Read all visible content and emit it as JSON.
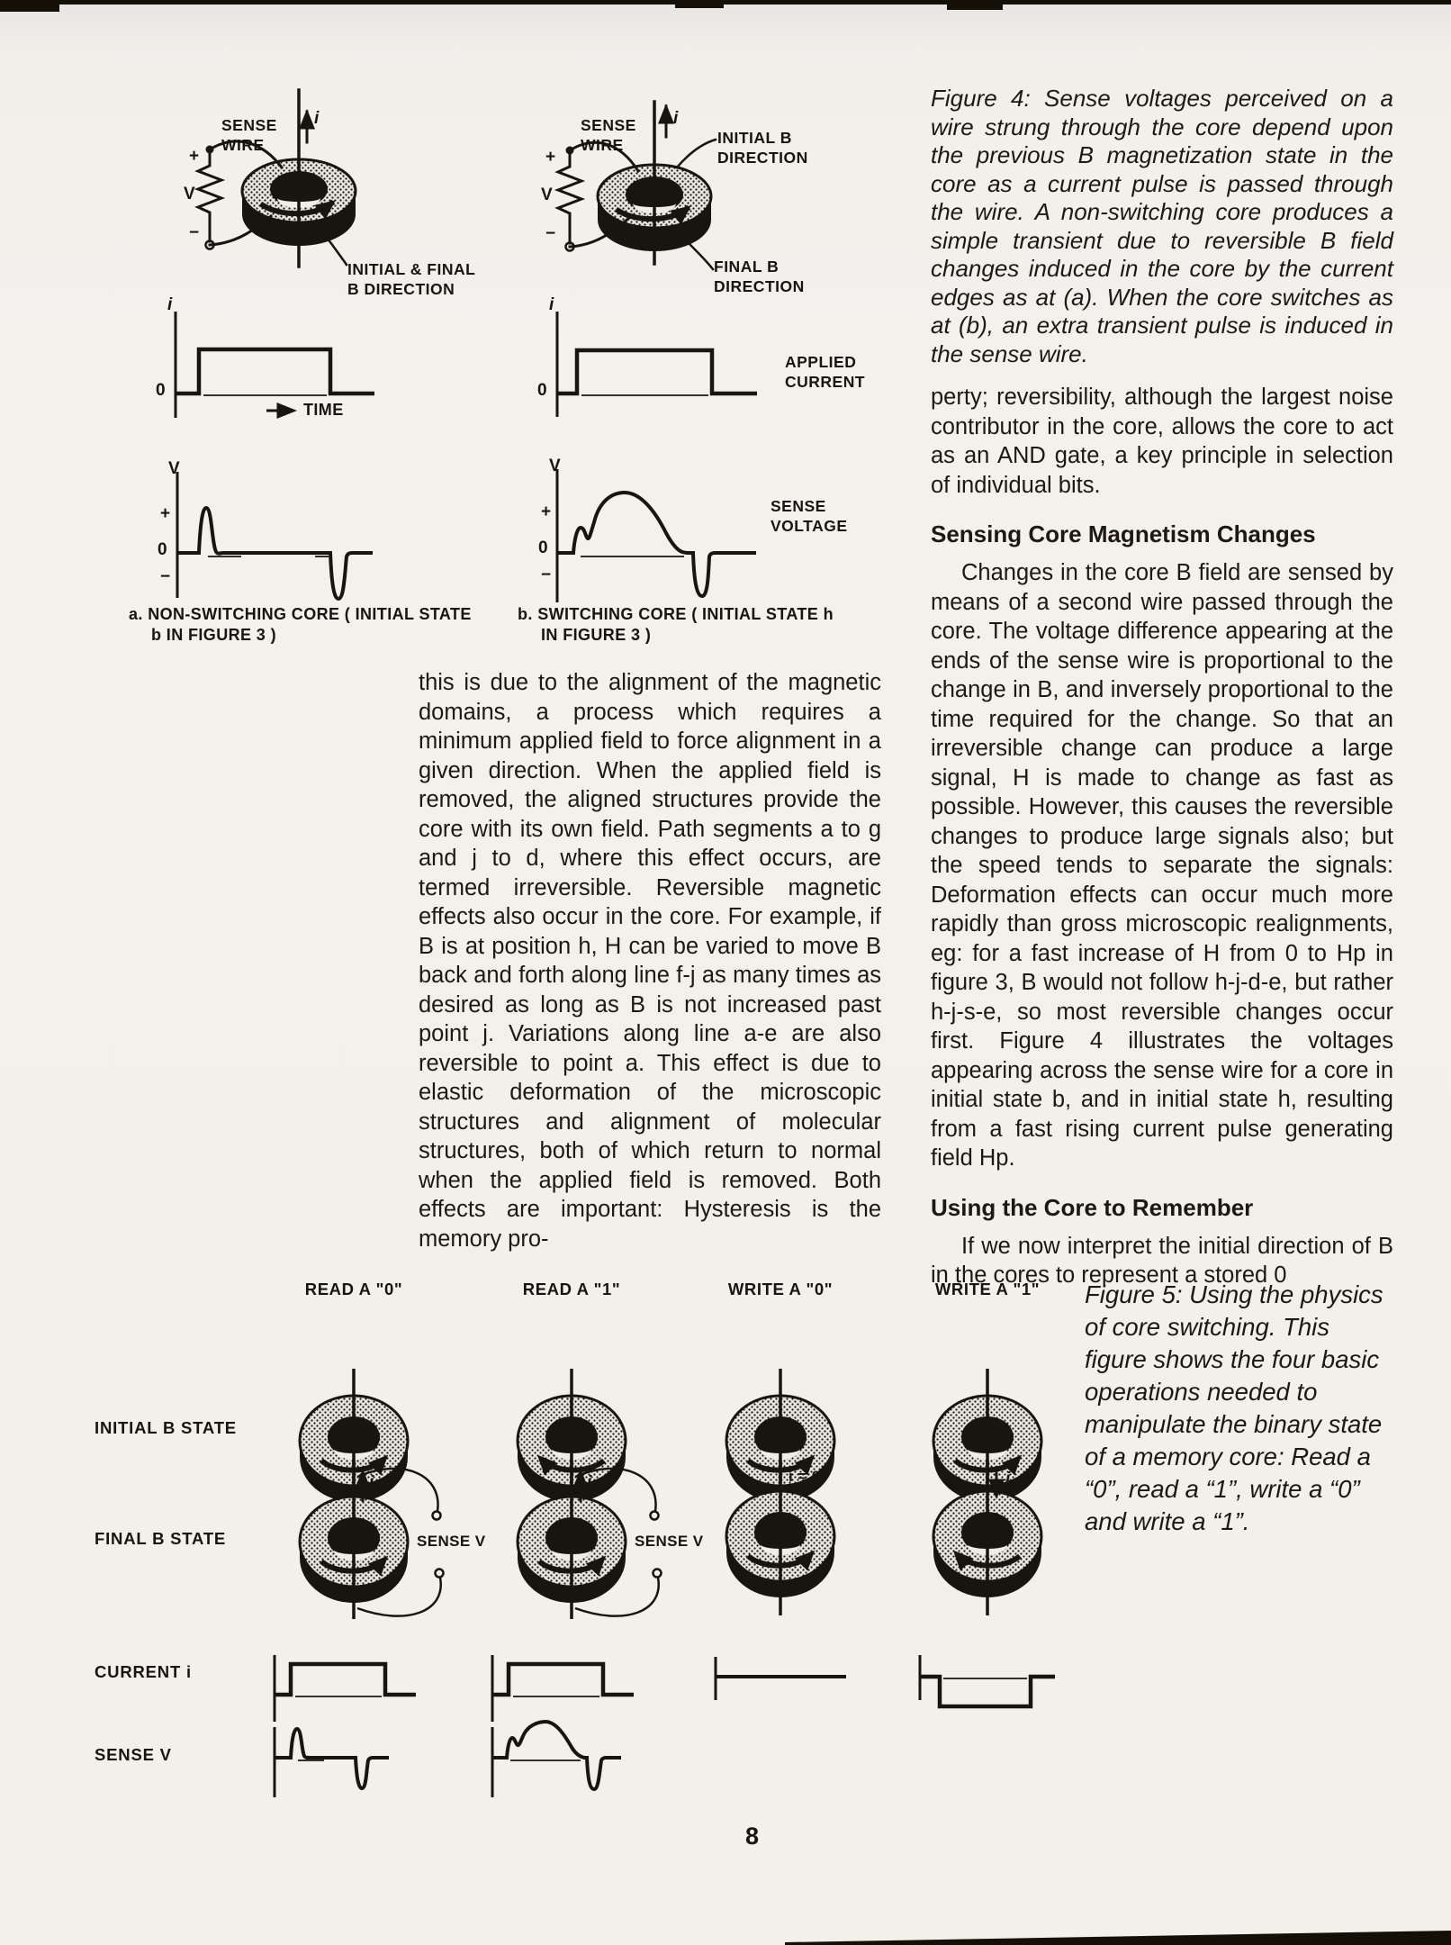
{
  "page": {
    "number": "8"
  },
  "colors": {
    "paper": "#f3f1ec",
    "ink": "#18140e",
    "stipple": "#e7e4dd"
  },
  "fig4": {
    "caption": "Figure 4: Sense voltages perceived on a wire strung through the core depend upon the previous B magnetization state in the core as a current pulse is passed through the wire. A non-switching core produces a simple transient due to reversible B field changes induced in the core by the current edges as at (a). When the core switches as at (b), an extra transient pulse is induced in the sense wire.",
    "a": {
      "sense_wire_label": "SENSE\nWIRE",
      "current_arrow_label": "i",
      "plus": "+",
      "v": "V",
      "minus": "−",
      "b_direction_label": "INITIAL & FINAL\nB DIRECTION",
      "current_axis_label": "i",
      "current_zero": "0",
      "time_label": "TIME",
      "voltage_axis_label": "V",
      "voltage_plus": "+",
      "voltage_zero": "0",
      "voltage_minus": "−",
      "caption_line1": "a. NON-SWITCHING CORE ( INITIAL STATE",
      "caption_line2": "b IN FIGURE 3 )"
    },
    "b": {
      "sense_wire_label": "SENSE\nWIRE",
      "current_arrow_label": "i",
      "plus": "+",
      "v": "V",
      "minus": "−",
      "initial_b_label": "INITIAL B\nDIRECTION",
      "final_b_label": "FINAL B\nDIRECTION",
      "current_axis_label": "i",
      "current_zero": "0",
      "applied_current_label": "APPLIED\nCURRENT",
      "voltage_axis_label": "V",
      "voltage_plus": "+",
      "voltage_zero": "0",
      "voltage_minus": "−",
      "sense_voltage_label": "SENSE\nVOLTAGE",
      "caption_line1": "b. SWITCHING CORE ( INITIAL STATE h",
      "caption_line2": "IN FIGURE 3 )"
    }
  },
  "body": {
    "middle_column": "this is due to the alignment of the magnetic domains, a process which requires a minimum applied field to force alignment in a given direction. When the applied field is removed, the aligned structures provide the core with its own field. Path segments a to g and j to d, where this effect occurs, are termed irreversible. Reversible magnetic effects also occur in the core. For example, if B is at position h, H can be varied to move B back and forth along line f-j as many times as desired as long as B is not increased past point j. Variations along line a-e are also reversible to point a. This effect is due to elastic deformation of the microscopic structures and alignment of molecular structures, both of which return to normal when the applied field is removed. Both effects are important: Hysteresis is the memory pro-",
    "right_p1": "perty; reversibility, although the largest noise contributor in the core, allows the core to act as an AND gate, a key principle in selection of individual bits.",
    "heading_sensing": "Sensing Core Magnetism Changes",
    "right_p2": "Changes in the core B field are sensed by means of a second wire passed through the core. The voltage difference appearing at the ends of the sense wire is proportional to the change in B, and inversely proportional to the time required for the change. So that an irreversible change can produce a large signal, H is made to change as fast as possible. However, this causes the reversible changes to produce large signals also; but the speed tends to separate the signals: Deformation effects can occur much more rapidly than gross microscopic realignments, eg: for a fast increase of H from 0 to Hp in figure 3, B would not follow h-j-d-e, but rather h-j-s-e, so most reversible changes occur first. Figure 4 illustrates the voltages appearing across the sense wire for a core in initial state b, and in initial state h, resulting from a fast rising current pulse generating field Hp.",
    "heading_using": "Using the Core to Remember",
    "right_p3": "If we now interpret the initial direction of B in the cores to represent a stored 0"
  },
  "fig5": {
    "caption": "Figure 5: Using the physics of core switching. This figure shows the four basic operations needed to manipulate the binary state of a memory core: Read a “0”, read a “1”, write a “0” and write a “1”.",
    "headers": [
      "READ A \"0\"",
      "READ A \"1\"",
      "WRITE A \"0\"",
      "WRITE A \"1\""
    ],
    "row_labels": [
      "INITIAL B STATE",
      "FINAL B STATE",
      "CURRENT i",
      "SENSE V"
    ],
    "sense_v_label": "SENSE V",
    "i_label": "i",
    "i_zero_label": "i = 0"
  }
}
